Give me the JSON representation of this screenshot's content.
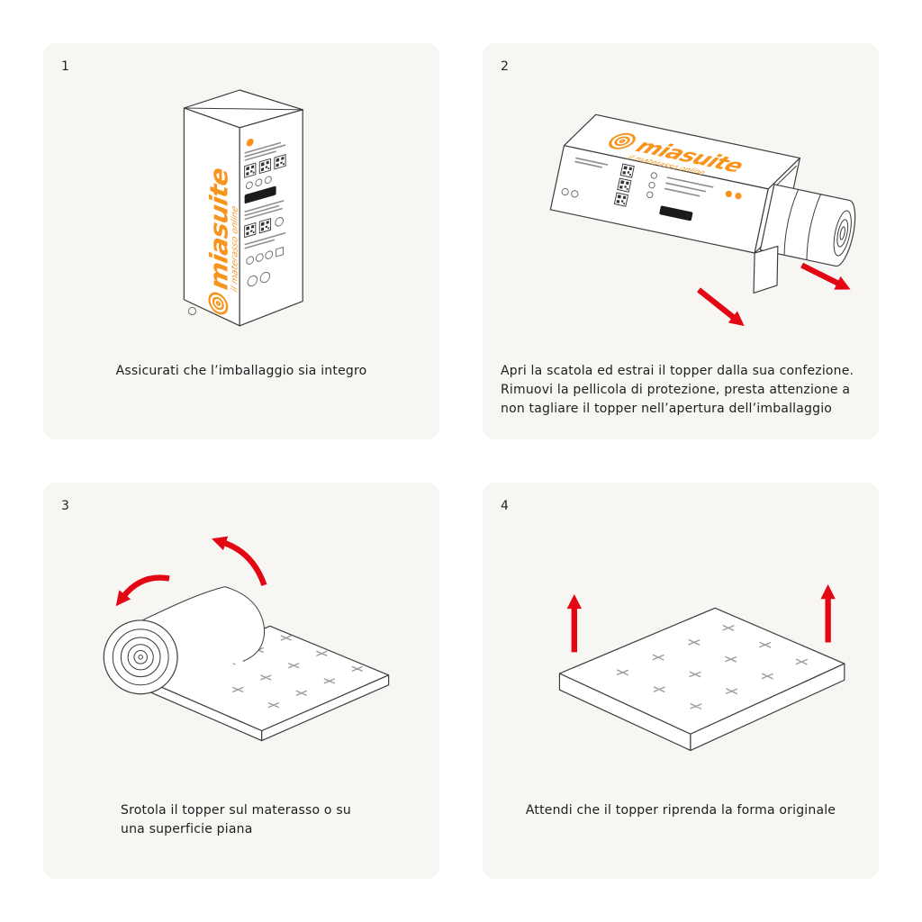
{
  "colors": {
    "brand_orange": "#f7941d",
    "arrow_red": "#e30613",
    "panel_bg": "#f7f6f3",
    "page_bg": "#ffffff",
    "text": "#1d1d1d",
    "outline": "#3b3b3b"
  },
  "brand": {
    "name": "miasuite",
    "tagline": "il materasso online"
  },
  "steps": [
    {
      "number": "1",
      "caption": "Assicurati che l’imballaggio sia integro",
      "illustration": "sealed-box"
    },
    {
      "number": "2",
      "caption": "Apri la scatola ed estrai il topper dalla sua confezione. Rimuovi la pellicola di protezione, presta attenzione a non tagliare il topper nell’apertura dell’imballaggio",
      "illustration": "box-with-topper-roll-extraction"
    },
    {
      "number": "3",
      "caption": "Srotola il topper sul materasso o su una superficie piana",
      "illustration": "unrolling-topper"
    },
    {
      "number": "4",
      "caption": "Attendi che il topper riprenda la forma originale",
      "illustration": "flat-topper-expanding"
    }
  ]
}
